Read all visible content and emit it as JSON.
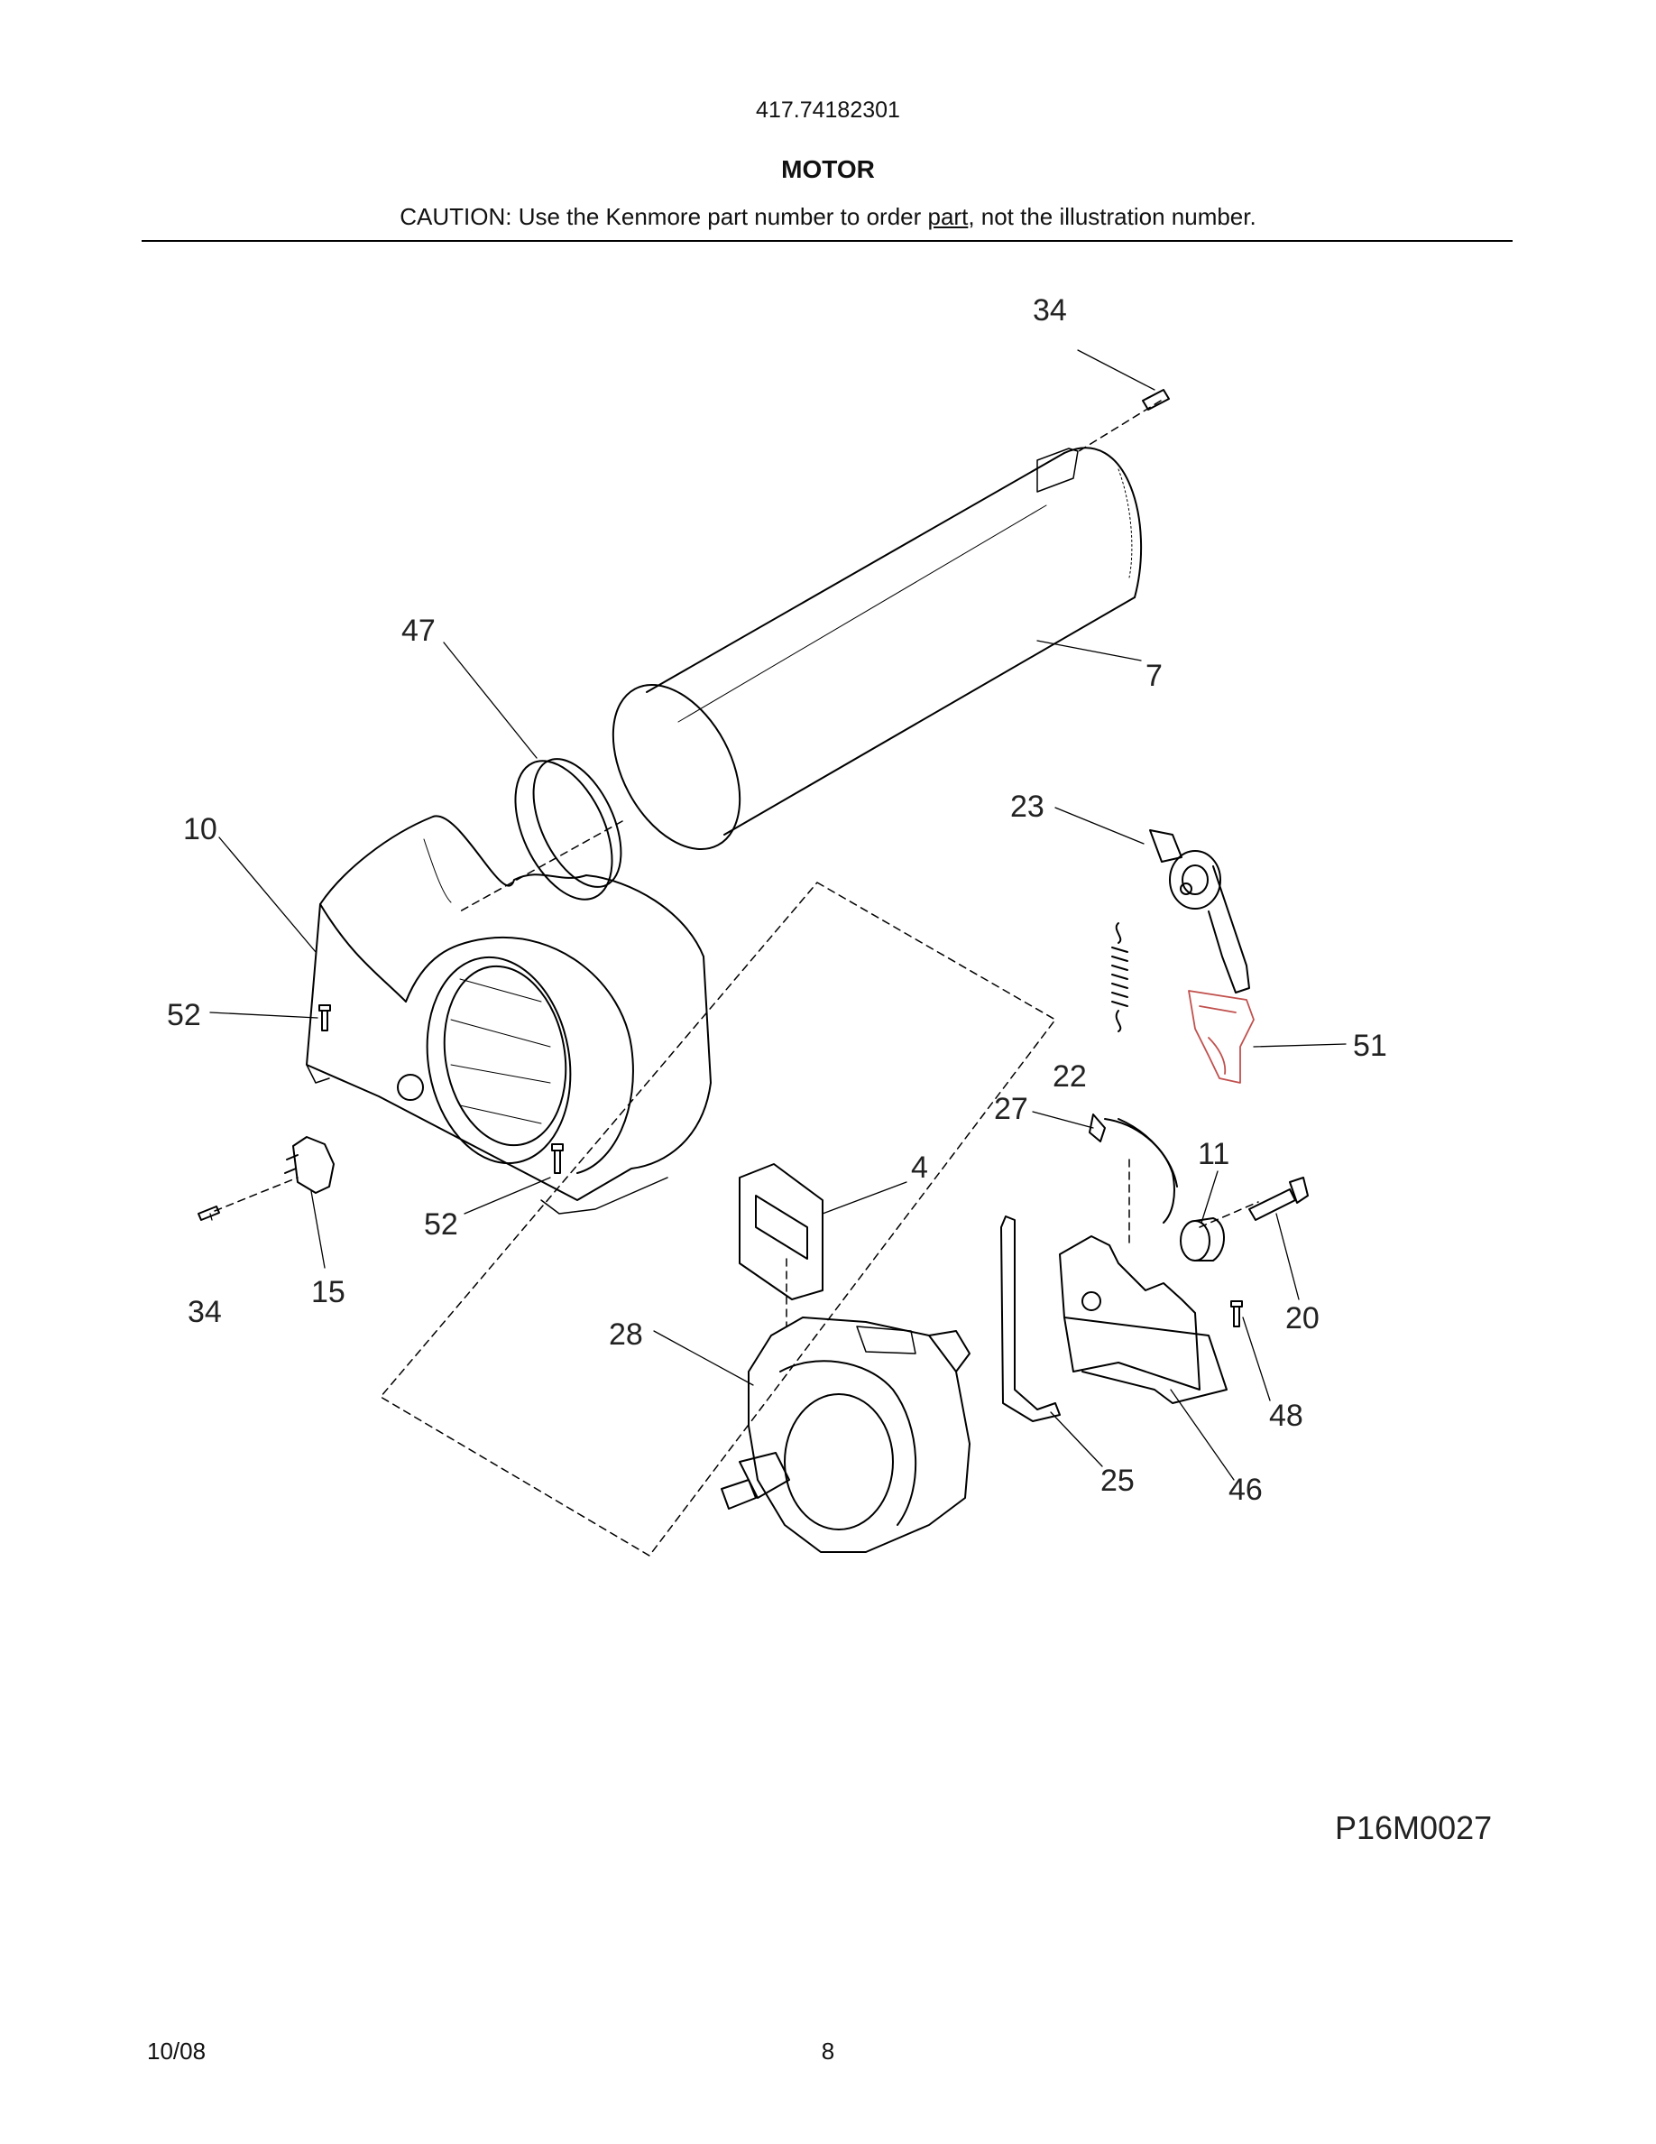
{
  "header": {
    "model_number": "417.74182301",
    "title": "MOTOR",
    "caution_before": "CAUTION: Use the Kenmore part number to order ",
    "caution_link": "part",
    "caution_after": ", not the illustration number."
  },
  "diagram": {
    "figure_id": "P16M0027",
    "callouts": [
      "34",
      "47",
      "7",
      "10",
      "23",
      "52",
      "22",
      "51",
      "27",
      "11",
      "4",
      "52",
      "34",
      "15",
      "20",
      "28",
      "48",
      "25",
      "46"
    ]
  },
  "footer": {
    "date": "10/08",
    "page_number": "8"
  },
  "colors": {
    "line": "#000000",
    "highlight_part": "#c0504d"
  }
}
